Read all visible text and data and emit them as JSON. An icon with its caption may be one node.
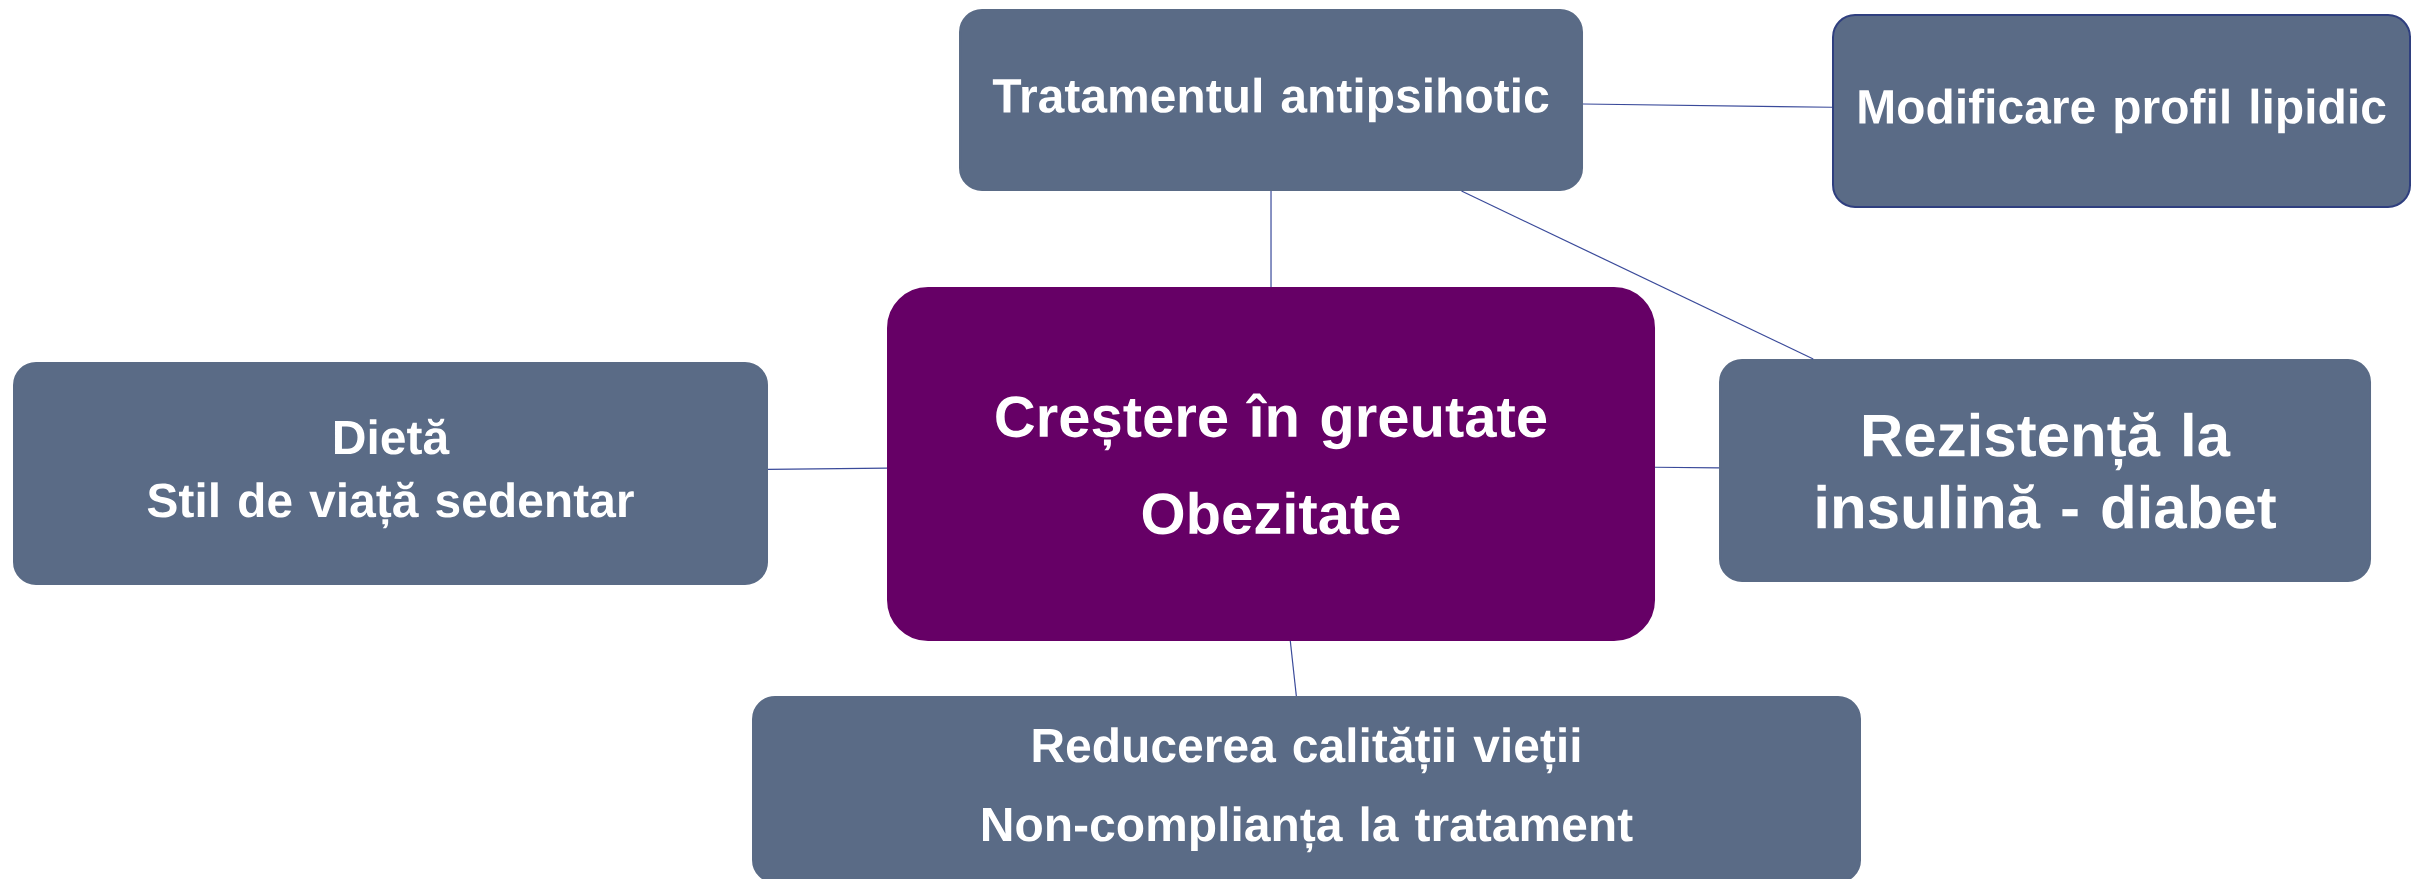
{
  "diagram": {
    "nodes": [
      {
        "text": [
          "Tratamentul antipsihotic"
        ]
      },
      {
        "text": [
          "Modificare profil lipidic"
        ]
      },
      {
        "text": [
          "Creștere în greutate",
          "Obezitate"
        ]
      },
      {
        "text": [
          "Dietă",
          "Stil de viață sedentar"
        ]
      },
      {
        "text": [
          "Rezistență la insulină - diabet"
        ]
      },
      {
        "text": [
          "Reducerea calității vieții",
          "Non-complianța la tratament"
        ]
      }
    ],
    "edges": [
      {
        "from": 0,
        "to": 1,
        "arrow": "none"
      },
      {
        "from": 0,
        "to": 2,
        "arrow": "none"
      },
      {
        "from": 0,
        "to": 4,
        "arrow": "none"
      },
      {
        "from": 3,
        "to": 2,
        "arrow": "none"
      },
      {
        "from": 2,
        "to": 4,
        "arrow": "none"
      },
      {
        "from": 2,
        "to": 5,
        "arrow": "none"
      }
    ]
  }
}
